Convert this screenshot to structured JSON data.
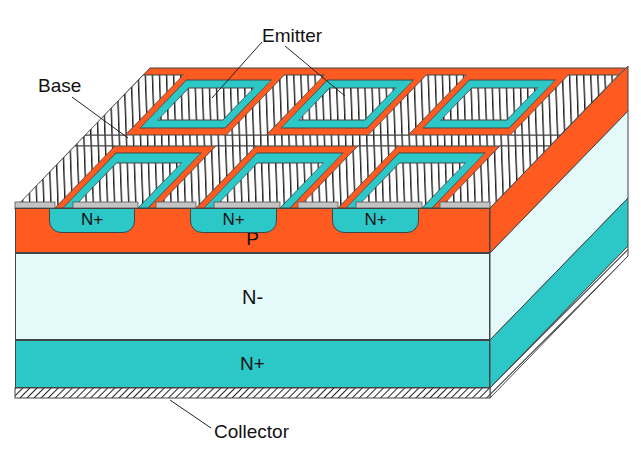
{
  "diagram": {
    "nodes": [
      {
        "text": [
          "P"
        ]
      },
      {
        "text": [
          "N+"
        ],
        "in": 0
      },
      {
        "text": [
          "N+"
        ],
        "in": 0
      },
      {
        "text": [
          "N+"
        ],
        "in": 0
      },
      {
        "text": [
          "N-"
        ]
      },
      {
        "text": [
          "N+"
        ]
      }
    ],
    "labels": [
      "Emitter",
      "Base",
      "Collector"
    ]
  }
}
